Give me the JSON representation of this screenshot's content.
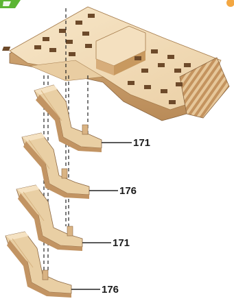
{
  "parts": [
    {
      "id": "part-1",
      "number": "171"
    },
    {
      "id": "part-2",
      "number": "176"
    },
    {
      "id": "part-3",
      "number": "171"
    },
    {
      "id": "part-4",
      "number": "176"
    }
  ],
  "colors": {
    "wood_light": "#f2dcb8",
    "wood_mid": "#e3c293",
    "wood_dark": "#b88c5c",
    "wood_edge": "#8a6540",
    "stripe_a": "#c99a66",
    "stripe_b": "#e9cfa4",
    "step_badge_green": "#5bb533",
    "accent_orange": "#f3a742"
  }
}
